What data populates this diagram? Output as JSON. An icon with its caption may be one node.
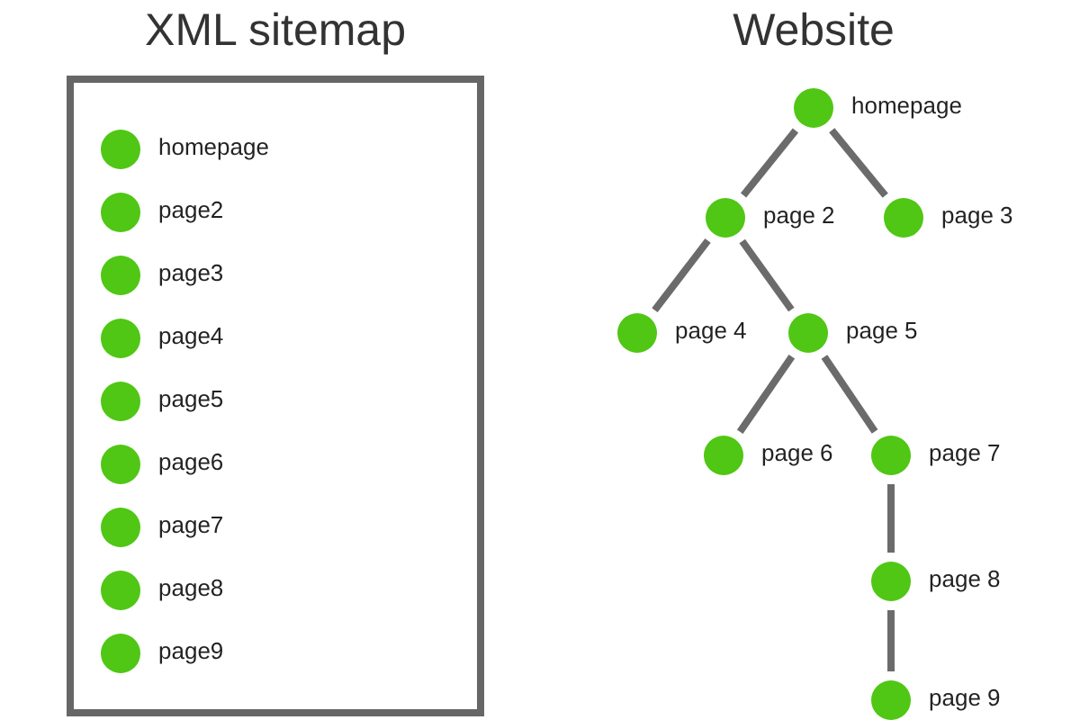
{
  "diagram": {
    "nodes": [
      {
        "text": [
          "XML sitemap"
        ]
      },
      {
        "text": [],
        "shape": "circle",
        "in": 0,
        "beside": [
          "homepage"
        ]
      },
      {
        "text": [],
        "shape": "circle",
        "in": 0,
        "beside": [
          "page2"
        ]
      },
      {
        "text": [],
        "shape": "circle",
        "in": 0,
        "beside": [
          "page3"
        ]
      },
      {
        "text": [],
        "shape": "circle",
        "in": 0,
        "beside": [
          "page4"
        ]
      },
      {
        "text": [],
        "shape": "circle",
        "in": 0,
        "beside": [
          "page5"
        ]
      },
      {
        "text": [],
        "shape": "circle",
        "in": 0,
        "beside": [
          "page6"
        ]
      },
      {
        "text": [],
        "shape": "circle",
        "in": 0,
        "beside": [
          "page7"
        ]
      },
      {
        "text": [],
        "shape": "circle",
        "in": 0,
        "beside": [
          "page8"
        ]
      },
      {
        "text": [],
        "shape": "circle",
        "in": 0,
        "beside": [
          "page9"
        ]
      },
      {
        "text": [],
        "shape": "circle",
        "beside": [
          "homepage"
        ]
      },
      {
        "text": [],
        "shape": "circle",
        "beside": [
          "page 2"
        ]
      },
      {
        "text": [],
        "shape": "circle",
        "beside": [
          "page 3"
        ]
      },
      {
        "text": [],
        "shape": "circle",
        "beside": [
          "page 4"
        ]
      },
      {
        "text": [],
        "shape": "circle",
        "beside": [
          "page 5"
        ]
      },
      {
        "text": [],
        "shape": "circle",
        "beside": [
          "page 6"
        ]
      },
      {
        "text": [],
        "shape": "circle",
        "beside": [
          "page 7"
        ]
      },
      {
        "text": [],
        "shape": "circle",
        "beside": [
          "page 8"
        ]
      },
      {
        "text": [],
        "shape": "circle",
        "beside": [
          "page 9"
        ]
      }
    ],
    "edges": [
      {
        "from": 10,
        "to": 11,
        "arrow": "none"
      },
      {
        "from": 10,
        "to": 12,
        "arrow": "none"
      },
      {
        "from": 11,
        "to": 13,
        "arrow": "none"
      },
      {
        "from": 11,
        "to": 14,
        "arrow": "none"
      },
      {
        "from": 14,
        "to": 15,
        "arrow": "none"
      },
      {
        "from": 14,
        "to": 16,
        "arrow": "none"
      },
      {
        "from": 16,
        "to": 17,
        "arrow": "none"
      },
      {
        "from": 17,
        "to": 18,
        "arrow": "none"
      }
    ],
    "labels": [
      "Website"
    ]
  }
}
